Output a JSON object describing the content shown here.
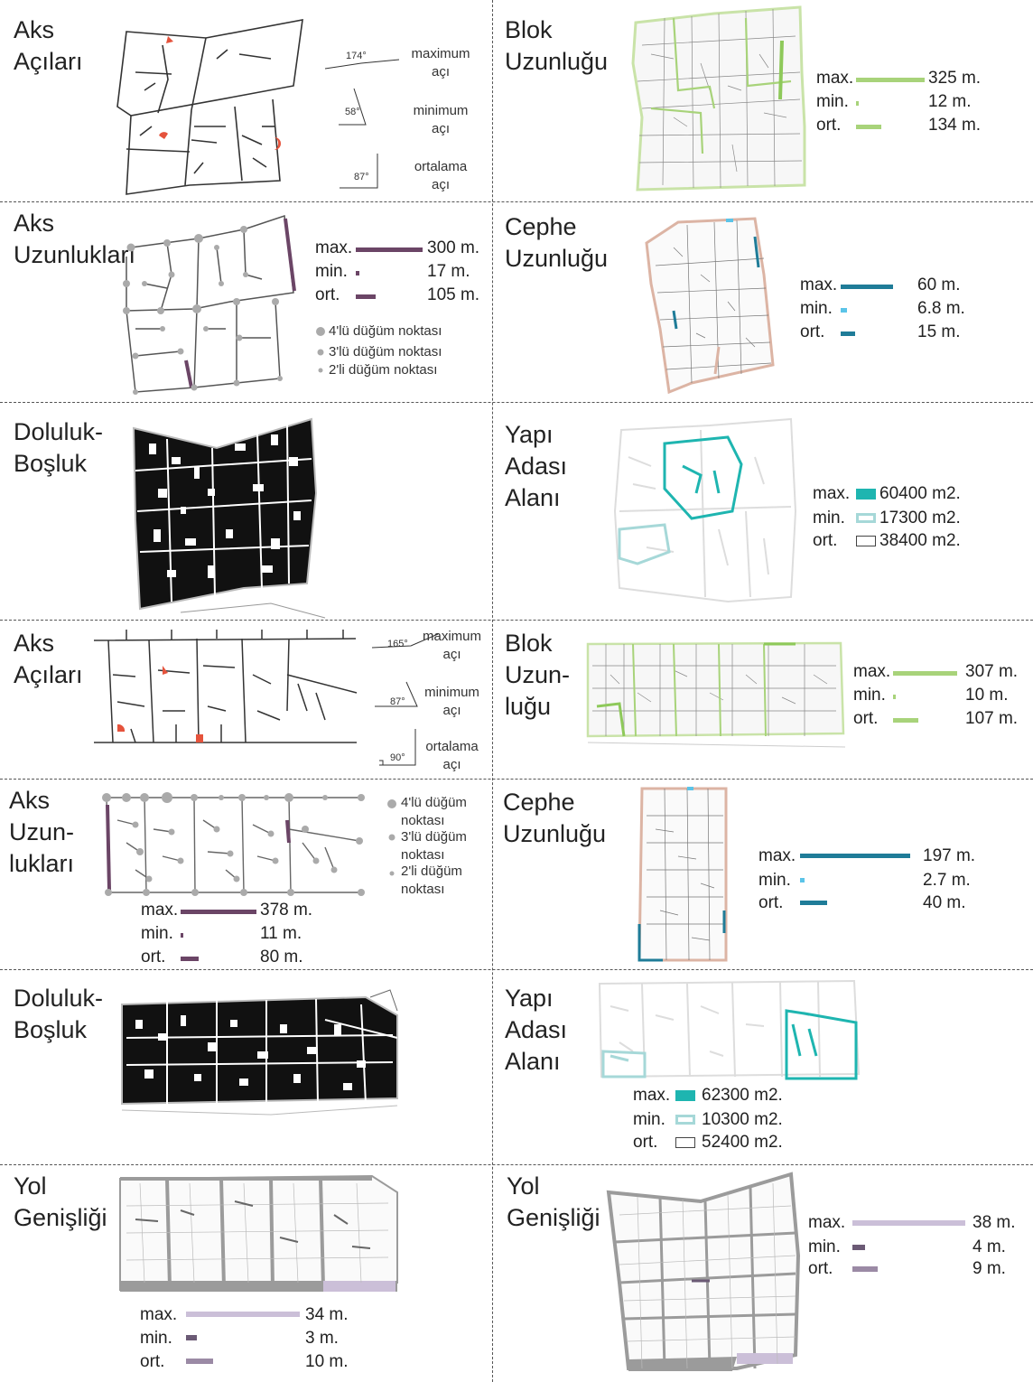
{
  "colors": {
    "purple": "#6b4566",
    "green": "#a8d37a",
    "lightgreen": "#c9e3a8",
    "teal": "#1f7c98",
    "lightblue": "#5bc4e8",
    "cyan": "#1eb5b0",
    "lightcyan": "#a6d8d8",
    "red": "#e5533c",
    "tan": "#dcb4a4",
    "lavender": "#cbbfd8",
    "grey": "#9b9b9b"
  },
  "stat_labels": {
    "max": "max.",
    "min": "min.",
    "avg": "ort."
  },
  "panels": {
    "p1": {
      "title": "Aks\nAçıları",
      "angles": [
        {
          "deg": "174°",
          "label": "maximum\naçı"
        },
        {
          "deg": "58°",
          "label": "minimum\naçı"
        },
        {
          "deg": "87°",
          "label": "ortalama\naçı"
        }
      ]
    },
    "p2": {
      "title": "Blok\nUzunluğu",
      "max": "325 m.",
      "min": "12 m.",
      "avg": "134 m."
    },
    "p3": {
      "title": "Aks\nUzunlukları",
      "max": "300 m.",
      "min": "17 m.",
      "avg": "105 m.",
      "nodes": [
        "4'lü düğüm noktası",
        "3'lü düğüm noktası",
        "2'li düğüm noktası"
      ]
    },
    "p4": {
      "title": "Cephe\nUzunluğu",
      "max": "60 m.",
      "min": "6.8 m.",
      "avg": "15 m."
    },
    "p5": {
      "title": "Doluluk-\nBoşluk"
    },
    "p6": {
      "title": "Yapı\nAdası\nAlanı",
      "max": "60400 m2.",
      "min": "17300 m2.",
      "avg": "38400 m2."
    },
    "p7": {
      "title": "Aks\nAçıları",
      "angles": [
        {
          "deg": "165°",
          "label": "maximum\naçı"
        },
        {
          "deg": "87°",
          "label": "minimum\naçı"
        },
        {
          "deg": "90°",
          "label": "ortalama\naçı"
        }
      ]
    },
    "p8": {
      "title": "Blok\nUzun-\nluğu",
      "max": "307 m.",
      "min": "10 m.",
      "avg": "107 m."
    },
    "p9": {
      "title": "Aks\nUzun-\nlukları",
      "max": "378 m.",
      "min": "11 m.",
      "avg": "80 m.",
      "nodes": [
        "4'lü düğüm\nnoktası",
        "3'lü düğüm\nnoktası",
        "2'li düğüm\nnoktası"
      ]
    },
    "p10": {
      "title": "Cephe\nUzunluğu",
      "max": "197 m.",
      "min": "2.7 m.",
      "avg": "40 m."
    },
    "p11": {
      "title": "Doluluk-\nBoşluk"
    },
    "p12": {
      "title": "Yapı\nAdası\nAlanı",
      "max": "62300 m2.",
      "min": "10300 m2.",
      "avg": "52400 m2."
    },
    "p13": {
      "title": "Yol\nGenişliği",
      "max": "34 m.",
      "min": "3 m.",
      "avg": "10 m."
    },
    "p14": {
      "title": "Yol\nGenişliği",
      "max": "38 m.",
      "min": "4 m.",
      "avg": "9 m."
    }
  }
}
